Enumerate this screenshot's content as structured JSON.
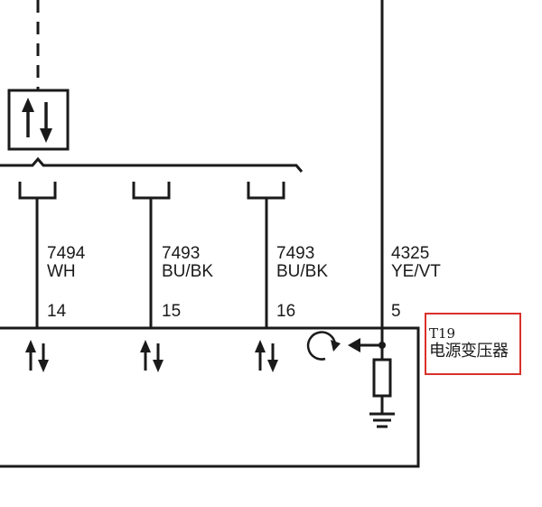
{
  "diagram": {
    "wires": [
      {
        "id": "wire-7494",
        "circuit": "7494",
        "color": "WH",
        "pin": "14"
      },
      {
        "id": "wire-7493a",
        "circuit": "7493",
        "color": "BU/BK",
        "pin": "15"
      },
      {
        "id": "wire-7493b",
        "circuit": "7493",
        "color": "BU/BK",
        "pin": "16"
      },
      {
        "id": "wire-4325",
        "circuit": "4325",
        "color": "YE/VT",
        "pin": "5"
      }
    ],
    "component": {
      "id": "T19",
      "name": "电源变压器"
    },
    "highlight_color": "#d9312b",
    "icons": [
      "bidirectional-data-icon",
      "wake-up-icon",
      "resistor-icon",
      "ground-icon"
    ]
  }
}
